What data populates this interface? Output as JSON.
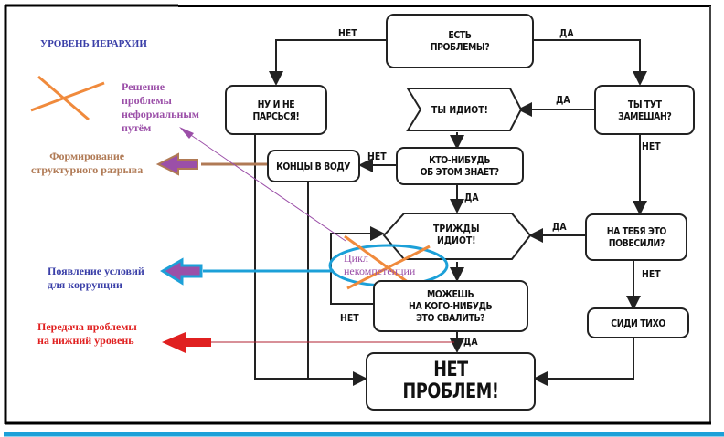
{
  "legend": {
    "title": "УРОВЕНЬ ИЕРАРХИИ",
    "items": [
      {
        "text": "Решение\nпроблемы\nнеформальным\nпутём",
        "color": "#9b4fa8"
      },
      {
        "text": "Формирование\nструктурного разрыва",
        "color": "#b07a55"
      },
      {
        "text": "Появление условий\nдля коррупции",
        "color": "#3a3fa8"
      },
      {
        "text": "Передача проблемы\nна нижний уровень",
        "color": "#e02020"
      }
    ],
    "cycle_label": "Цикл\nнекомпетенции"
  },
  "colors": {
    "title": "#3a3fa8",
    "orange_cross": "#f08a3c",
    "cyan": "#1ca0d8",
    "purple": "#9b4fa8",
    "brown": "#b07a55",
    "red": "#e02020",
    "line": "#222222"
  },
  "flowchart": {
    "nodes": {
      "problems": "ЕСТЬ\nПРОБЛЕМЫ?",
      "dont_worry": "НУ И НЕ\nПАРСЬСЯ!",
      "involved": "ТЫ ТУТ\nЗАМЕШАН?",
      "idiot": "ТЫ ИДИОТ!",
      "anyone_knows": "КТО-НИБУДЬ\nОБ ЭТОМ ЗНАЕТ?",
      "cover_up": "КОНЦЫ В ВОДУ",
      "triple_idiot": "ТРИЖДЫ\nИДИОТ!",
      "blamed": "НА ТЕБЯ ЭТО\nПОВЕСИЛИ?",
      "blame_someone": "МОЖЕШЬ\nНА КОГО-НИБУДЬ\nЭТО СВАЛИТЬ?",
      "sit_quiet": "СИДИ ТИХО",
      "no_problem": "НЕТ ПРОБЛЕМ!"
    },
    "edge_labels": {
      "no_1": "НЕТ",
      "yes_1": "ДА",
      "yes_2": "ДА",
      "no_2": "НЕТ",
      "no_3": "НЕТ",
      "yes_3": "ДА",
      "yes_4": "ДА",
      "no_4": "НЕТ",
      "no_5": "НЕТ",
      "yes_5": "ДА"
    }
  }
}
